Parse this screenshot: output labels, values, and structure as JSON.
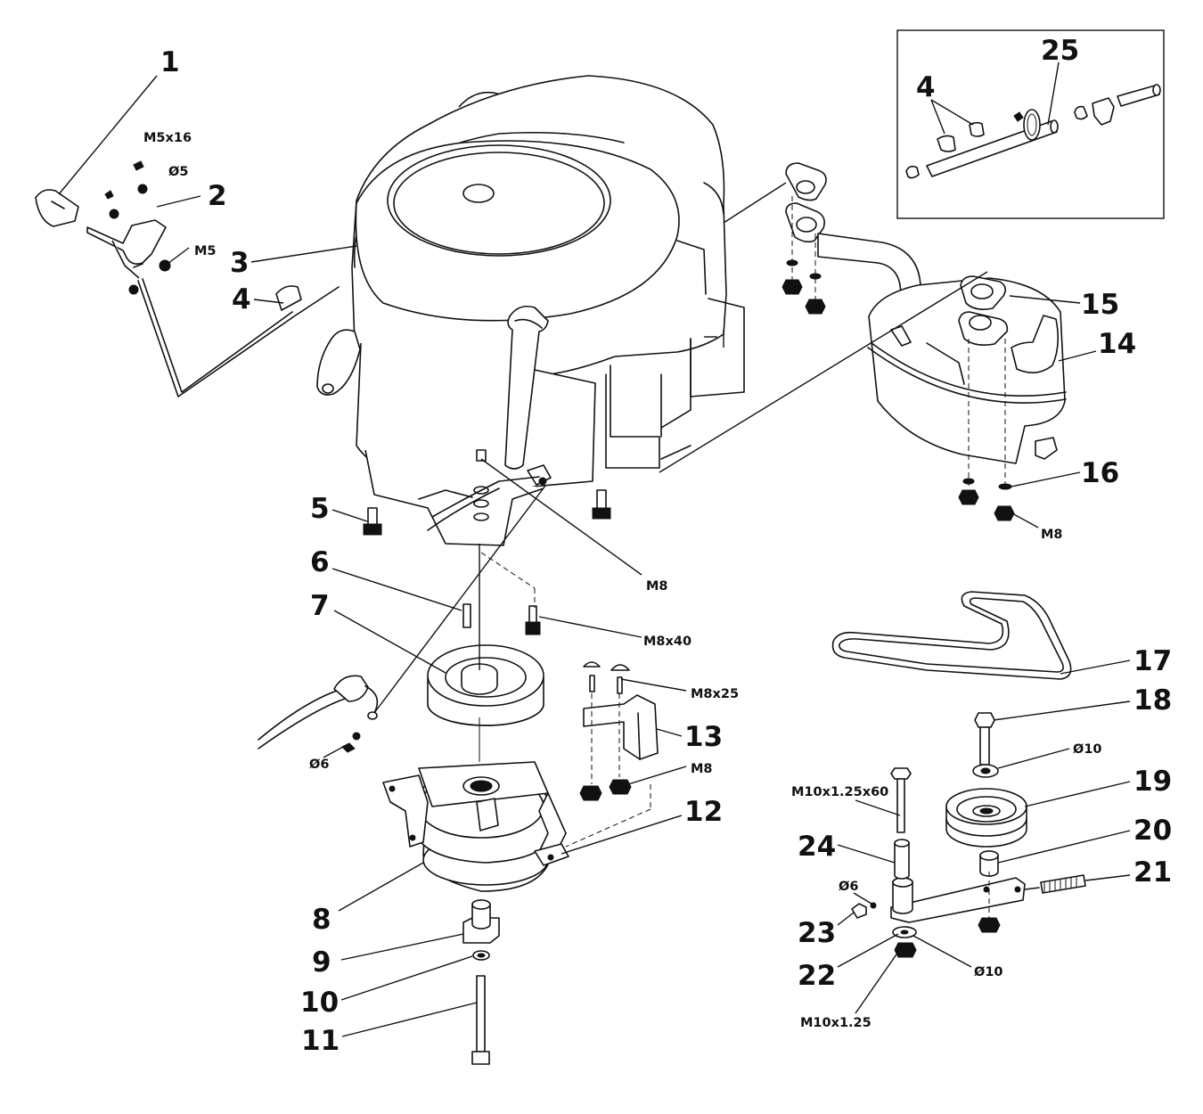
{
  "diagram": {
    "callouts": [
      "1",
      "2",
      "3",
      "4",
      "4",
      "5",
      "6",
      "7",
      "8",
      "9",
      "10",
      "11",
      "12",
      "13",
      "14",
      "15",
      "16",
      "17",
      "18",
      "19",
      "20",
      "21",
      "22",
      "23",
      "24",
      "25"
    ],
    "specs": {
      "m5x16": "M5x16",
      "d5": "Ø5",
      "m5": "M5",
      "m8_a": "M8",
      "m8_b": "M8",
      "m8_c": "M8",
      "m8x40": "M8x40",
      "m8x25": "M8x25",
      "d6_a": "Ø6",
      "d6_b": "Ø6",
      "d10_a": "Ø10",
      "d10_b": "Ø10",
      "m10x125x60": "M10x1.25x60",
      "m10x125": "M10x1.25"
    }
  }
}
